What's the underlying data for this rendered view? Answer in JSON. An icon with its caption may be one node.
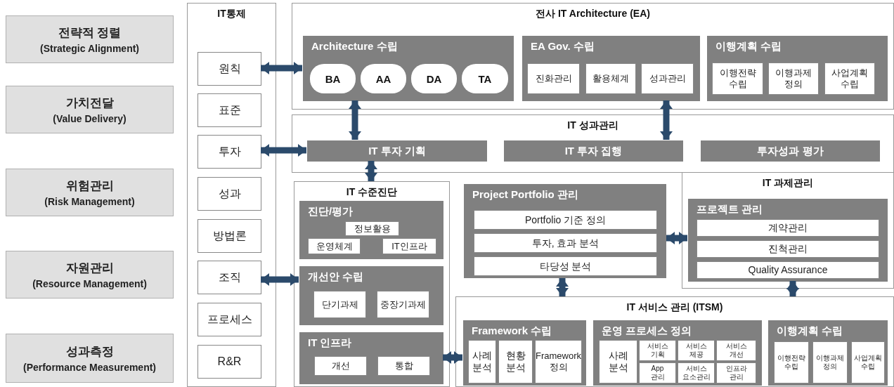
{
  "diagram": {
    "nodes": [
      {
        "text": [
          "전략적 정렬",
          "(Strategic Alignment)"
        ]
      },
      {
        "text": [
          "가치전달",
          "(Value Delivery)"
        ]
      },
      {
        "text": [
          "위험관리",
          "(Risk Management)"
        ]
      },
      {
        "text": [
          "자원관리",
          "(Resource Management)"
        ]
      },
      {
        "text": [
          "성과측정",
          "(Performance Measurement)"
        ]
      },
      {
        "text": [
          "IT통제"
        ]
      },
      {
        "text": [
          "원칙"
        ],
        "in": 5
      },
      {
        "text": [
          "표준"
        ],
        "in": 5
      },
      {
        "text": [
          "투자"
        ],
        "in": 5
      },
      {
        "text": [
          "성과"
        ],
        "in": 5
      },
      {
        "text": [
          "방법론"
        ],
        "in": 5
      },
      {
        "text": [
          "조직"
        ],
        "in": 5
      },
      {
        "text": [
          "프로세스"
        ],
        "in": 5
      },
      {
        "text": [
          "R&R"
        ],
        "in": 5
      },
      {
        "text": [
          "전사 IT Architecture (EA)"
        ]
      },
      {
        "text": [
          "Architecture 수립"
        ],
        "in": 14
      },
      {
        "text": [
          "BA"
        ],
        "in": 15
      },
      {
        "text": [
          "AA"
        ],
        "in": 15
      },
      {
        "text": [
          "DA"
        ],
        "in": 15
      },
      {
        "text": [
          "TA"
        ],
        "in": 15
      },
      {
        "text": [
          "EA Gov. 수립"
        ],
        "in": 14
      },
      {
        "text": [
          "진화관리"
        ],
        "in": 20
      },
      {
        "text": [
          "활용체계"
        ],
        "in": 20
      },
      {
        "text": [
          "성과관리"
        ],
        "in": 20
      },
      {
        "text": [
          "이행계획 수립"
        ],
        "in": 14
      },
      {
        "text": [
          "이행전략 수립"
        ],
        "in": 24
      },
      {
        "text": [
          "이행과제 정의"
        ],
        "in": 24
      },
      {
        "text": [
          "사업계획 수립"
        ],
        "in": 24
      },
      {
        "text": [
          "IT 성과관리"
        ]
      },
      {
        "text": [
          "IT 투자 기획"
        ],
        "in": 28
      },
      {
        "text": [
          "IT 투자 집행"
        ],
        "in": 28
      },
      {
        "text": [
          "투자성과 평가"
        ],
        "in": 28
      },
      {
        "text": [
          "IT 수준진단"
        ]
      },
      {
        "text": [
          "진단/평가"
        ],
        "in": 32
      },
      {
        "text": [
          "정보활용"
        ],
        "in": 33
      },
      {
        "text": [
          "운영체계"
        ],
        "in": 33
      },
      {
        "text": [
          "IT인프라"
        ],
        "in": 33
      },
      {
        "text": [
          "개선안 수립"
        ],
        "in": 32
      },
      {
        "text": [
          "단기과제"
        ],
        "in": 37
      },
      {
        "text": [
          "중장기과제"
        ],
        "in": 37
      },
      {
        "text": [
          "IT 인프라"
        ],
        "in": 32
      },
      {
        "text": [
          "개선"
        ],
        "in": 40
      },
      {
        "text": [
          "통합"
        ],
        "in": 40
      },
      {
        "text": [
          "Project Portfolio 관리"
        ]
      },
      {
        "text": [
          "Portfolio 기준 정의"
        ],
        "in": 43
      },
      {
        "text": [
          "투자, 효과 분석"
        ],
        "in": 43
      },
      {
        "text": [
          "타당성 분석"
        ],
        "in": 43
      },
      {
        "text": [
          "IT 과제관리"
        ]
      },
      {
        "text": [
          "프로젝트 관리"
        ],
        "in": 47
      },
      {
        "text": [
          "계약관리"
        ],
        "in": 48
      },
      {
        "text": [
          "진척관리"
        ],
        "in": 48
      },
      {
        "text": [
          "Quality Assurance"
        ],
        "in": 48
      },
      {
        "text": [
          "IT 서비스 관리 (ITSM)"
        ]
      },
      {
        "text": [
          "Framework 수립"
        ],
        "in": 52
      },
      {
        "text": [
          "사례 분석"
        ],
        "in": 53
      },
      {
        "text": [
          "현황 분석"
        ],
        "in": 53
      },
      {
        "text": [
          "Framework 정의"
        ],
        "in": 53
      },
      {
        "text": [
          "운영 프로세스 정의"
        ],
        "in": 52
      },
      {
        "text": [
          "사례 분석"
        ],
        "in": 57
      },
      {
        "text": [
          "서비스 기획"
        ],
        "in": 57
      },
      {
        "text": [
          "서비스 제공"
        ],
        "in": 57
      },
      {
        "text": [
          "서비스 개선"
        ],
        "in": 57
      },
      {
        "text": [
          "App 관리"
        ],
        "in": 57
      },
      {
        "text": [
          "서비스 요소관리"
        ],
        "in": 57
      },
      {
        "text": [
          "인프라 관리"
        ],
        "in": 57
      },
      {
        "text": [
          "이행계획 수립"
        ],
        "in": 52
      },
      {
        "text": [
          "이행전략 수립"
        ],
        "in": 65
      },
      {
        "text": [
          "이행과제 정의"
        ],
        "in": 65
      },
      {
        "text": [
          "사업계획 수립"
        ],
        "in": 65
      }
    ],
    "edges": [
      {
        "from": 6,
        "to": 15,
        "arrow": "both"
      },
      {
        "from": 8,
        "to": 29,
        "arrow": "both"
      },
      {
        "from": 11,
        "to": 37,
        "arrow": "both"
      },
      {
        "from": 15,
        "to": 29,
        "arrow": "both"
      },
      {
        "from": 20,
        "to": 30,
        "arrow": "both"
      },
      {
        "from": 29,
        "to": 32,
        "arrow": "both"
      },
      {
        "from": 43,
        "to": 48,
        "arrow": "both"
      },
      {
        "from": 43,
        "to": 52,
        "arrow": "both"
      },
      {
        "from": 48,
        "to": 52,
        "arrow": "both"
      },
      {
        "from": 40,
        "to": 53,
        "arrow": "both"
      }
    ]
  }
}
